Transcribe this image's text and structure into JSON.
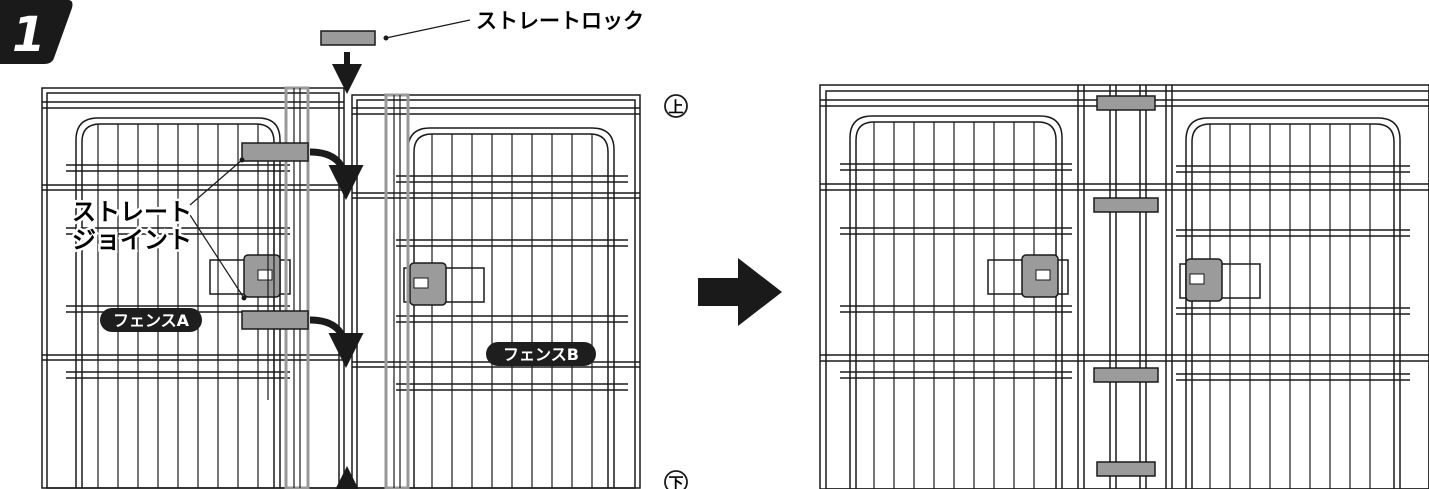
{
  "step": {
    "number": "1"
  },
  "labels": {
    "straight_lock": "ストレートロック",
    "straight_joint_line1": "ストレート",
    "straight_joint_line2": "ジョイント",
    "fence_a": "フェンスA",
    "fence_b": "フェンスB",
    "top_mark": "上",
    "bottom_mark": "下"
  },
  "colors": {
    "ink": "#1a1a1a",
    "part_fill": "#9b9b9b",
    "part_highlight": "#b5b5b5",
    "pill_bg": "#1e1e1e"
  },
  "icons": [
    "arrow-down-icon",
    "arrow-up-icon",
    "curved-arrow-icon",
    "right-arrow-icon"
  ]
}
